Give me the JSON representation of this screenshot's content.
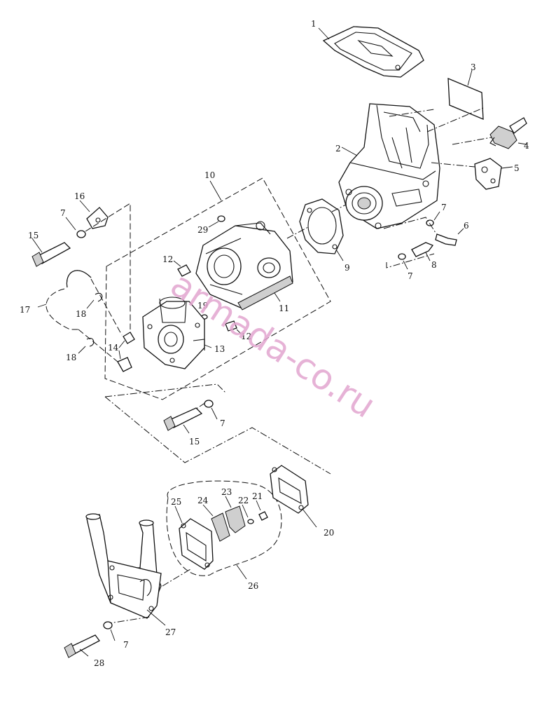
{
  "watermark": "armada-co.ru",
  "callouts": [
    {
      "id": "1",
      "label": "1"
    },
    {
      "id": "2",
      "label": "2"
    },
    {
      "id": "3",
      "label": "3"
    },
    {
      "id": "4",
      "label": "4"
    },
    {
      "id": "5",
      "label": "5"
    },
    {
      "id": "6",
      "label": "6"
    },
    {
      "id": "7a",
      "label": "7"
    },
    {
      "id": "7b",
      "label": "7"
    },
    {
      "id": "7c",
      "label": "7"
    },
    {
      "id": "7d",
      "label": "7"
    },
    {
      "id": "7e",
      "label": "7"
    },
    {
      "id": "8",
      "label": "8"
    },
    {
      "id": "9",
      "label": "9"
    },
    {
      "id": "10",
      "label": "10"
    },
    {
      "id": "11",
      "label": "11"
    },
    {
      "id": "12a",
      "label": "12"
    },
    {
      "id": "12b",
      "label": "12"
    },
    {
      "id": "13",
      "label": "13"
    },
    {
      "id": "14",
      "label": "14"
    },
    {
      "id": "15a",
      "label": "15"
    },
    {
      "id": "15b",
      "label": "15"
    },
    {
      "id": "16",
      "label": "16"
    },
    {
      "id": "17",
      "label": "17"
    },
    {
      "id": "18a",
      "label": "18"
    },
    {
      "id": "18b",
      "label": "18"
    },
    {
      "id": "19",
      "label": "19"
    },
    {
      "id": "20",
      "label": "20"
    },
    {
      "id": "21",
      "label": "21"
    },
    {
      "id": "22",
      "label": "22"
    },
    {
      "id": "23",
      "label": "23"
    },
    {
      "id": "24",
      "label": "24"
    },
    {
      "id": "25",
      "label": "25"
    },
    {
      "id": "26",
      "label": "26"
    },
    {
      "id": "27",
      "label": "27"
    },
    {
      "id": "28",
      "label": "28"
    },
    {
      "id": "29",
      "label": "29"
    }
  ]
}
